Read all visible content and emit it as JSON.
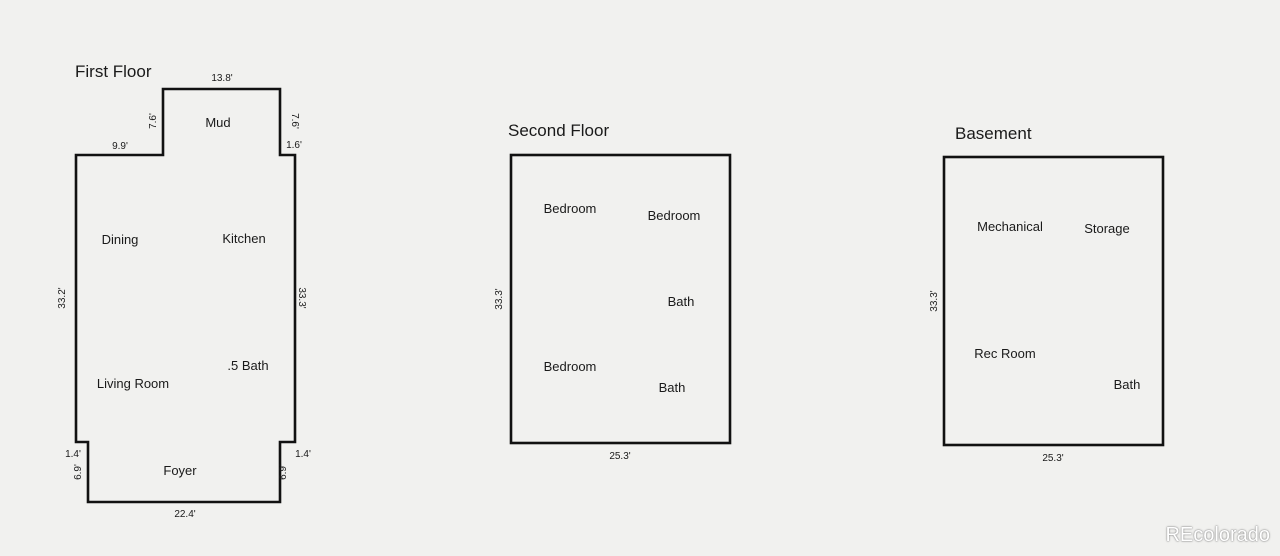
{
  "first_floor": {
    "title": "First Floor",
    "rooms": {
      "mud": "Mud",
      "dining": "Dining",
      "kitchen": "Kitchen",
      "living_room": "Living Room",
      "half_bath": ".5 Bath",
      "foyer": "Foyer"
    },
    "dims": {
      "top": "13.8'",
      "mud_left": "7.6'",
      "mud_right": "7.6'",
      "left_step": "9.9'",
      "right_step": "1.6'",
      "left": "33.2'",
      "right": "33.3'",
      "bottom_left_step": "1.4'",
      "bottom_left": "6.9'",
      "bottom_right_step": "1.4'",
      "bottom_right": "6.9'",
      "bottom": "22.4'"
    }
  },
  "second_floor": {
    "title": "Second Floor",
    "rooms": {
      "bedroom_1": "Bedroom",
      "bedroom_2": "Bedroom",
      "bath_1": "Bath",
      "bedroom_3": "Bedroom",
      "bath_2": "Bath"
    },
    "dims": {
      "left": "33.3'",
      "bottom": "25.3'"
    }
  },
  "basement": {
    "title": "Basement",
    "rooms": {
      "mechanical": "Mechanical",
      "storage": "Storage",
      "rec_room": "Rec Room",
      "bath": "Bath"
    },
    "dims": {
      "left": "33.3'",
      "bottom": "25.3'"
    }
  },
  "watermark": "REcolorado"
}
